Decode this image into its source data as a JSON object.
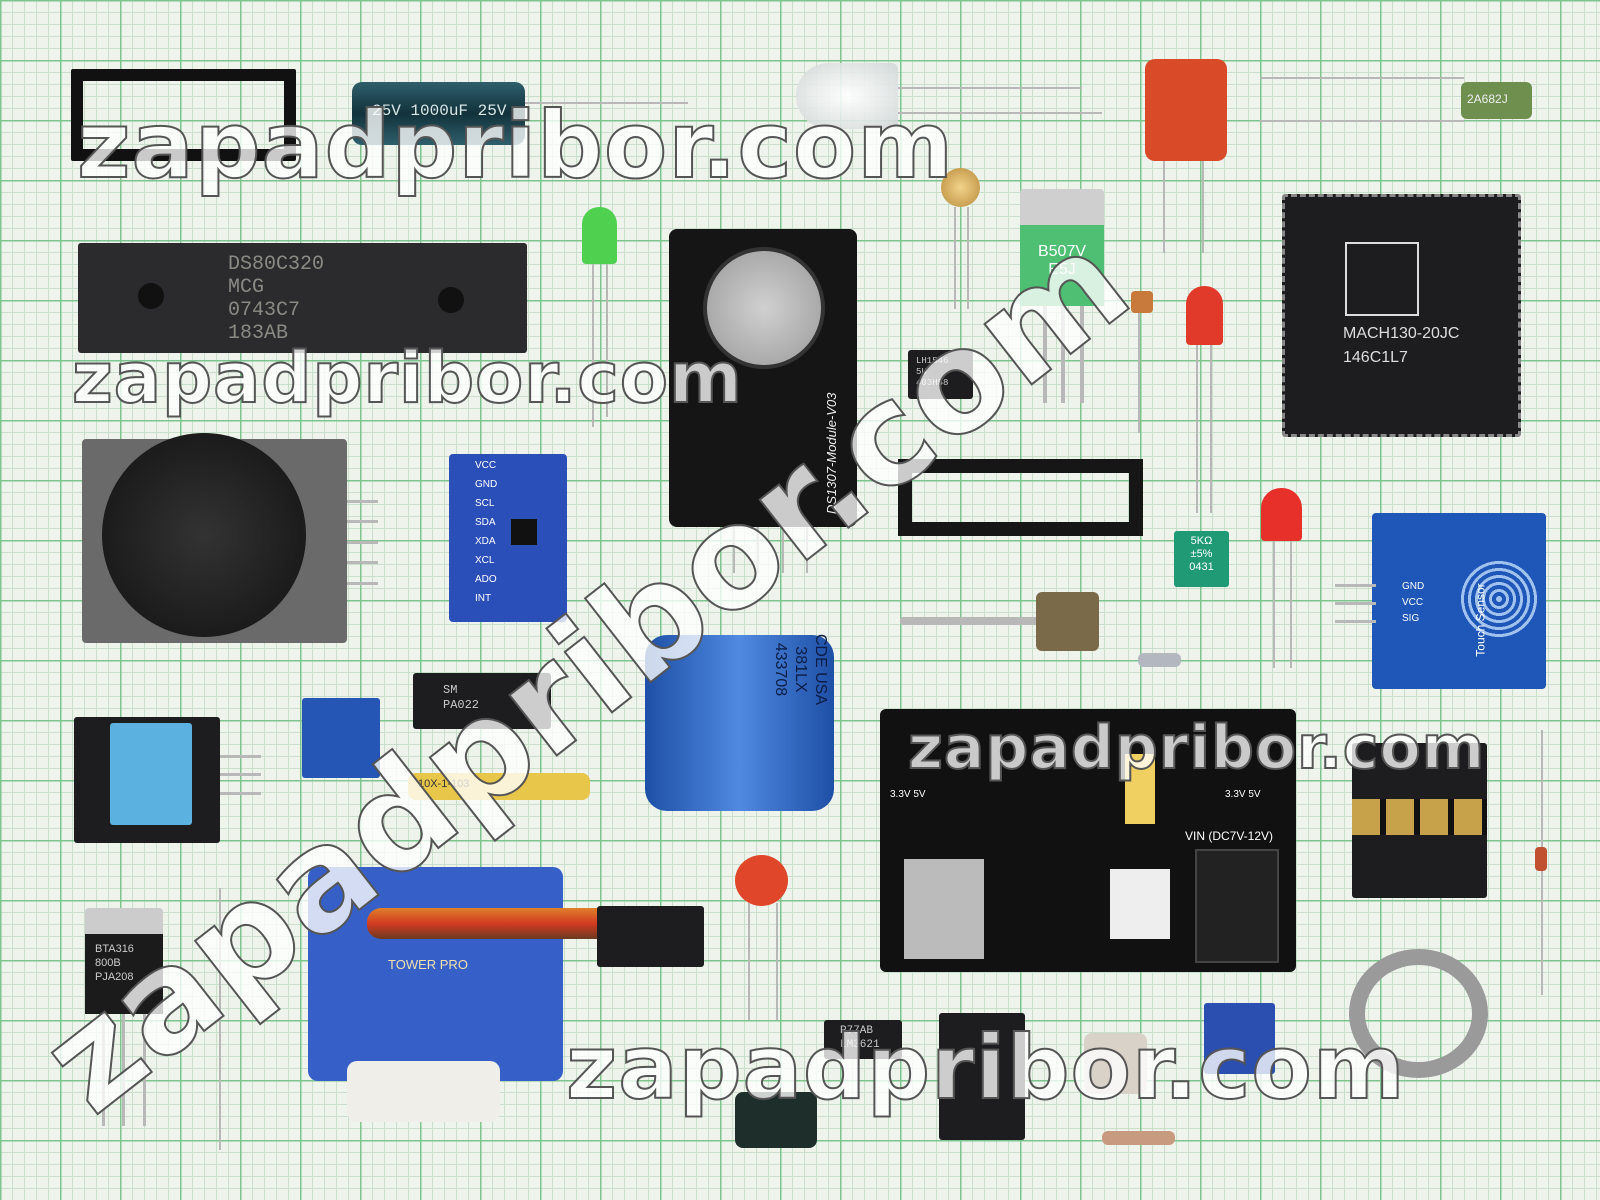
{
  "watermark": "zapadpribor.com",
  "components": {
    "electrolytic_cap": "25V 1000uF 25V",
    "film_cap": "2A682J",
    "dip_ic": [
      "DS80C320",
      "MCG",
      "0743C7",
      "183AB"
    ],
    "rtc_module": "DS1307-Module-V03",
    "to220_top": [
      "B507V",
      "E5J"
    ],
    "optocoupler": [
      "LH1546",
      "5U",
      "403H58"
    ],
    "plcc": [
      "MACH130-20JC",
      "146C1L7"
    ],
    "mpu_pins": [
      "VCC",
      "GND",
      "SCL",
      "SDA",
      "XDA",
      "XCL",
      "ADO",
      "INT"
    ],
    "trimmer": [
      "5KΩ",
      "±5%",
      "0431"
    ],
    "touch_sensor": {
      "label": "Touch Sensor",
      "pins": [
        "GND",
        "VCC",
        "SIG"
      ]
    },
    "soic": [
      "SM",
      "PA022"
    ],
    "resistor_network": "10X-1-103",
    "big_cap": [
      "CDE USA",
      "381LX",
      "433708"
    ],
    "power_module": {
      "vin": "VIN (DC7V-12V)",
      "left": "3.3V  5V",
      "right": "3.3V  5V"
    },
    "triac": [
      "BTA316",
      "800B",
      "PJA208"
    ],
    "servo": "TOWER PRO",
    "small_ic": [
      "P77AB",
      "LM3621"
    ]
  }
}
